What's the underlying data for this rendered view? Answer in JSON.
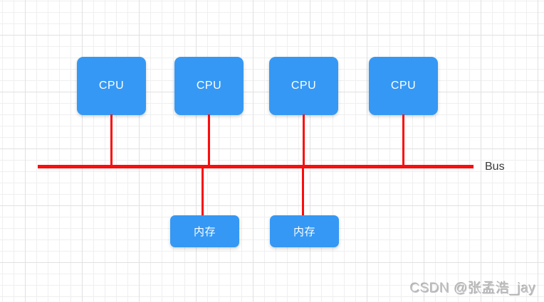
{
  "canvas": {
    "background_color": "#ffffff",
    "grid_minor_color": "#efefef",
    "grid_major_color": "#e1e1e1"
  },
  "diagram": {
    "type": "bus-architecture",
    "node_fill_color": "#3598f4",
    "node_text_color": "#ffffff",
    "line_color": "#f90d0d",
    "cpus": [
      {
        "label": "CPU"
      },
      {
        "label": "CPU"
      },
      {
        "label": "CPU"
      },
      {
        "label": "CPU"
      }
    ],
    "memories": [
      {
        "label": "内存"
      },
      {
        "label": "内存"
      }
    ],
    "bus": {
      "label": "Bus",
      "label_color": "#3a3a3a"
    }
  },
  "watermark": {
    "text": "CSDN @张孟浩_jay",
    "color": "#c3c3c3"
  }
}
